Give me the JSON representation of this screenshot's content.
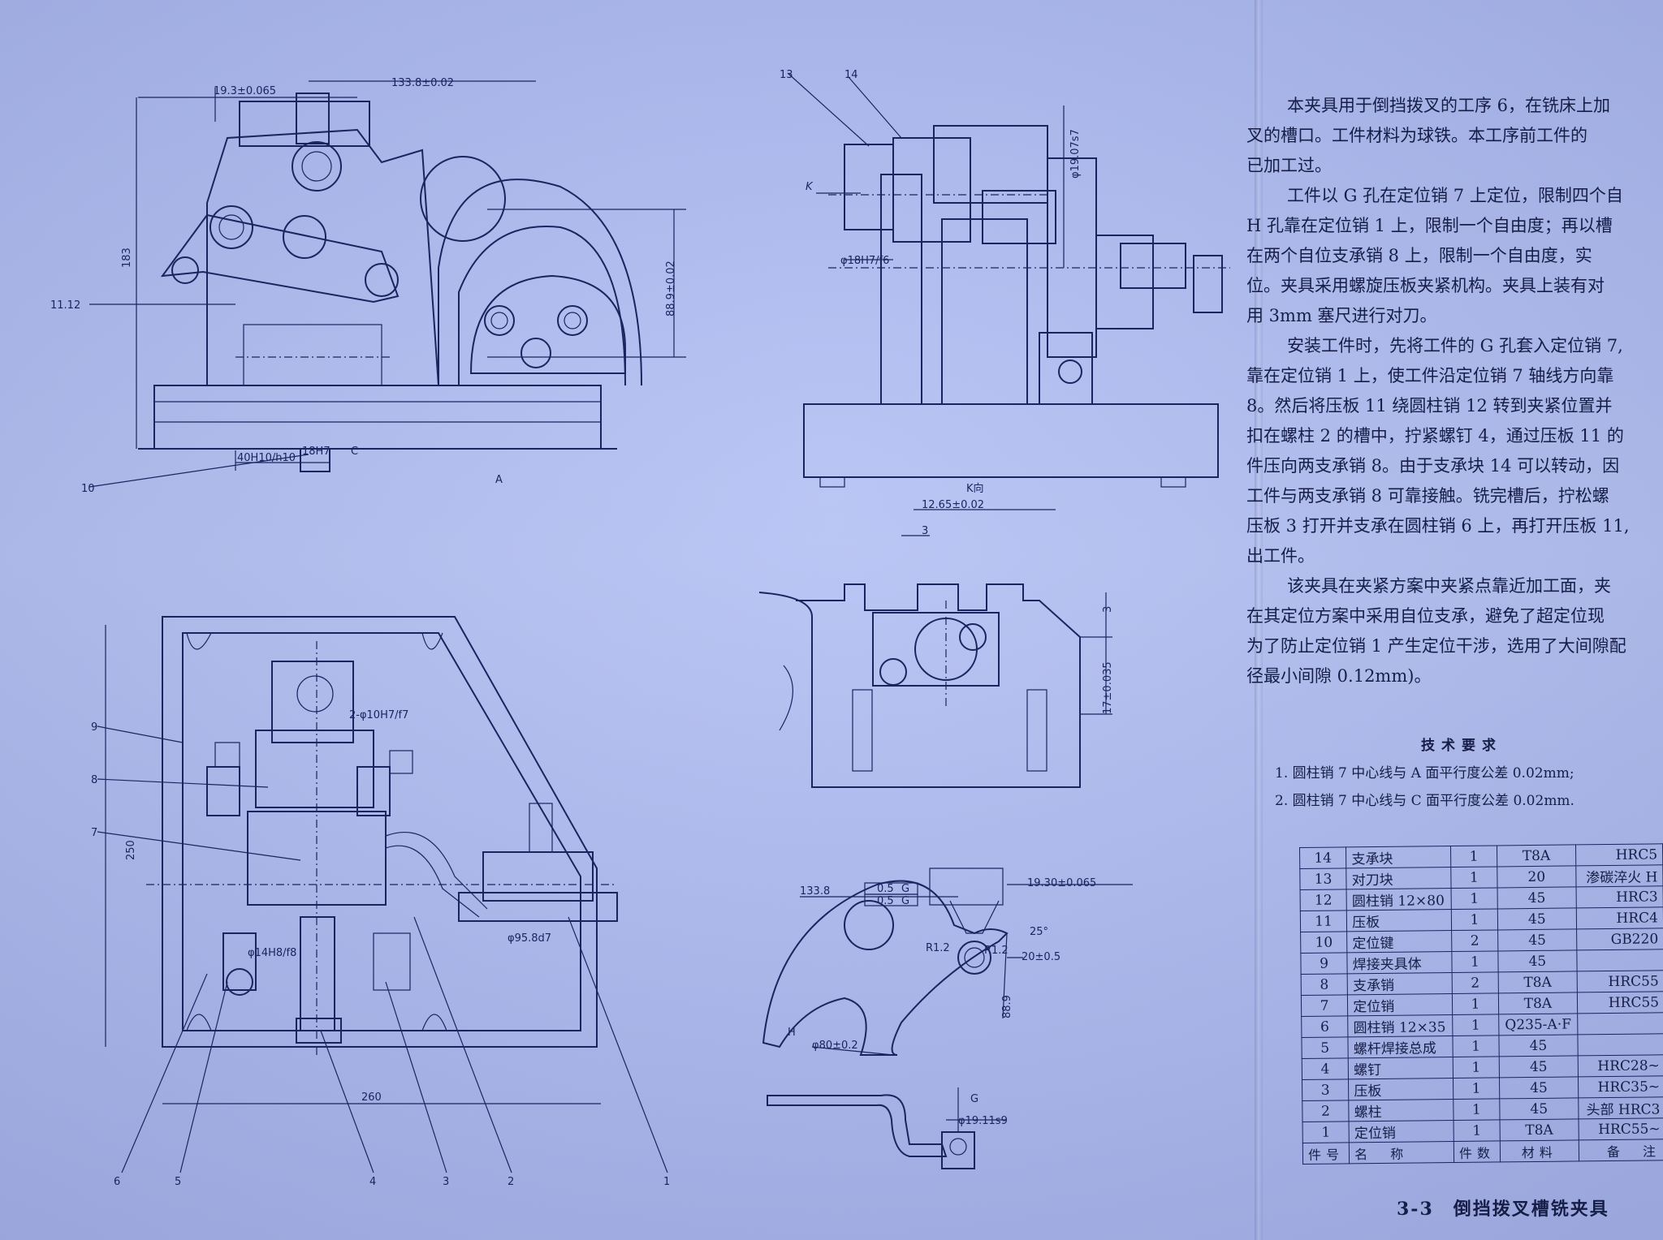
{
  "description": {
    "paragraphs": [
      "本夹具用于倒挡拨叉的工序 6，在铣床上加",
      "叉的槽口。工件材料为球铁。本工序前工件的",
      "已加工过。",
      "工件以 G 孔在定位销 7 上定位，限制四个自",
      "H 孔靠在定位销 1 上，限制一个自由度；再以槽",
      "在两个自位支承销 8 上，限制一个自由度，实",
      "位。夹具采用螺旋压板夹紧机构。夹具上装有对",
      "用 3mm 塞尺进行对刀。",
      "安装工件时，先将工件的 G 孔套入定位销 7,",
      "靠在定位销 1 上，使工件沿定位销 7 轴线方向靠",
      "8。然后将压板 11 绕圆柱销 12 转到夹紧位置并",
      "扣在螺柱 2 的槽中，拧紧螺钉 4，通过压板 11 的",
      "件压向两支承销 8。由于支承块 14 可以转动，因",
      "工件与两支承销 8 可靠接触。铣完槽后，拧松螺",
      "压板 3 打开并支承在圆柱销 6 上，再打开压板 11,",
      "出工件。",
      "该夹具在夹紧方案中夹紧点靠近加工面，夹",
      "在其定位方案中采用自位支承，避免了超定位现",
      "为了防止定位销 1 产生定位干涉，选用了大间隙配",
      "径最小间隙 0.12mm)。"
    ]
  },
  "requirements": {
    "title": "技术要求",
    "items": [
      "1. 圆柱销 7 中心线与 A 面平行度公差 0.02mm;",
      "2. 圆柱销 7 中心线与 C 面平行度公差 0.02mm."
    ]
  },
  "bom": {
    "rows": [
      {
        "no": "14",
        "name": "支承块",
        "qty": "1",
        "material": "T8A",
        "remark": "HRC5"
      },
      {
        "no": "13",
        "name": "对刀块",
        "qty": "1",
        "material": "20",
        "remark": "渗碳淬火 H"
      },
      {
        "no": "12",
        "name": "圆柱销 12×80",
        "qty": "1",
        "material": "45",
        "remark": "HRC3"
      },
      {
        "no": "11",
        "name": "压板",
        "qty": "1",
        "material": "45",
        "remark": "HRC4"
      },
      {
        "no": "10",
        "name": "定位键",
        "qty": "2",
        "material": "45",
        "remark": "GB220"
      },
      {
        "no": "9",
        "name": "焊接夹具体",
        "qty": "1",
        "material": "45",
        "remark": ""
      },
      {
        "no": "8",
        "name": "支承销",
        "qty": "2",
        "material": "T8A",
        "remark": "HRC55"
      },
      {
        "no": "7",
        "name": "定位销",
        "qty": "1",
        "material": "T8A",
        "remark": "HRC55"
      },
      {
        "no": "6",
        "name": "圆柱销 12×35",
        "qty": "1",
        "material": "Q235-A·F",
        "remark": ""
      },
      {
        "no": "5",
        "name": "螺杆焊接总成",
        "qty": "1",
        "material": "45",
        "remark": ""
      },
      {
        "no": "4",
        "name": "螺钉",
        "qty": "1",
        "material": "45",
        "remark": "HRC28~"
      },
      {
        "no": "3",
        "name": "压板",
        "qty": "1",
        "material": "45",
        "remark": "HRC35~"
      },
      {
        "no": "2",
        "name": "螺柱",
        "qty": "1",
        "material": "45",
        "remark": "头部 HRC3"
      },
      {
        "no": "1",
        "name": "定位销",
        "qty": "1",
        "material": "T8A",
        "remark": "HRC55~"
      }
    ],
    "header": {
      "no": "件号",
      "name": "名　称",
      "qty": "件数",
      "material": "材料",
      "remark": "备　注"
    }
  },
  "caption": "3-3　倒挡拨叉槽铣夹具",
  "drawing": {
    "dims": {
      "d1": "19.3±0.065",
      "d2": "133.8±0.02",
      "d3": "183",
      "d4": "88.9±0.02",
      "d5": "11.12",
      "d6": "10",
      "d7": "40H10/h10",
      "d8": "18H7",
      "d9": "C",
      "d10": "A",
      "d11": "13",
      "d12": "14",
      "d13": "K",
      "d14": "φ19.07s7",
      "d15": "φ18H7/f6",
      "d16": "K向",
      "d17": "12.65±0.02",
      "d18": "3",
      "d19": "3",
      "d20": "17±0.035",
      "d21": "9",
      "d22": "8",
      "d23": "7",
      "d24": "250",
      "d25": "2-φ10H7/f7",
      "d26": "φ14H8/f8",
      "d27": "φ95.8d7",
      "d28": "260",
      "d29": "6",
      "d30": "5",
      "d31": "4",
      "d32": "3",
      "d33": "2",
      "d34": "1",
      "d35": "133.8",
      "d36": "19.30±0.065",
      "d37": "0.5",
      "d38": "0.5",
      "d39": "G",
      "d40": "G",
      "d41": "R1.2",
      "d42": "R1.2",
      "d43": "20±0.5",
      "d44": "25°",
      "d45": "88.9",
      "d46": "H",
      "d47": "φ80±0.2",
      "d48": "φ19.11s9",
      "d49": "G"
    }
  }
}
